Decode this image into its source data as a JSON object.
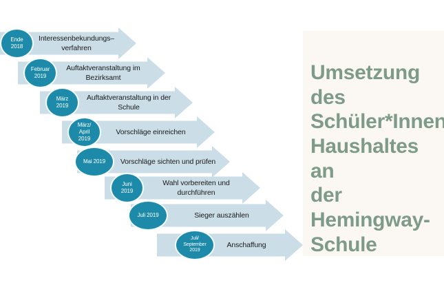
{
  "slide": {
    "background_color": "#ffffff"
  },
  "title_panel": {
    "background_color": "#fbf8f3",
    "text_color": "#7d9b88",
    "text": "Umsetzung\ndes\nSchüler*Innen\nHaushaltes an\nder\nHemingway-\nSchule"
  },
  "timeline": {
    "arrow_color": "#cbdde6",
    "badge_color": "#1c8aa8",
    "badge_ring_color": "#f4fbfd",
    "label_color": "#1a1a1a",
    "steps": [
      {
        "date": "Ende\n2018",
        "label": "Interessenbekundungs–\nverfahren"
      },
      {
        "date": "Februar\n2019",
        "label": "Auftaktveranstaltung im\nBezirksamt"
      },
      {
        "date": "März\n2019",
        "label": "Auftaktveranstaltung in der\nSchule"
      },
      {
        "date": "März/\nApril\n2019",
        "label": "Vorschläge einreichen"
      },
      {
        "date": "Mai 2019",
        "label": "Vorschläge sichten und\nprüfen"
      },
      {
        "date": "Juni\n2019",
        "label": "Wahl vorbereiten und\ndurchführen"
      },
      {
        "date": "Juli 2019",
        "label": "Sieger auszählen"
      },
      {
        "date": "Juli/\nSeptember\n2019",
        "label": "Anschaffung"
      }
    ]
  }
}
